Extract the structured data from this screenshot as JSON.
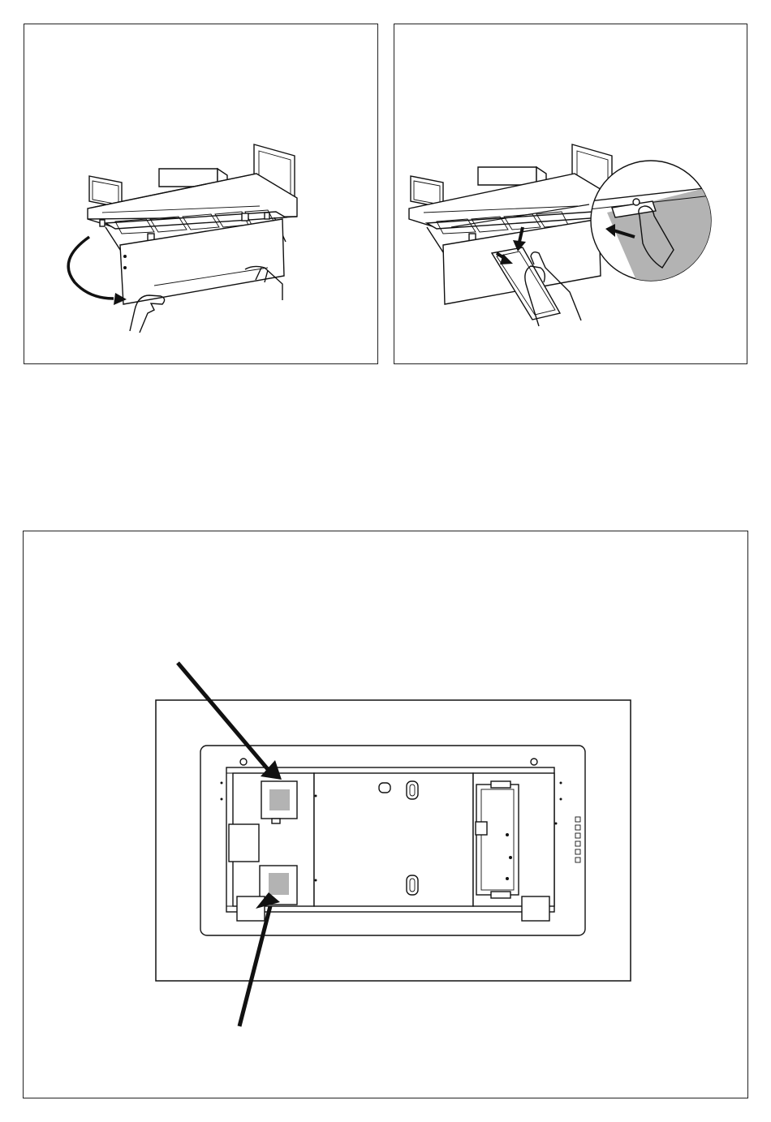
{
  "page": {
    "background": "#ffffff",
    "line_color": "#111111",
    "shade_color": "#b3b3b3"
  },
  "panels": [
    {
      "id": "a",
      "icons": [
        "hood-icon",
        "rotate-arrow-icon",
        "hands-icon"
      ]
    },
    {
      "id": "b",
      "icons": [
        "hood-icon",
        "filter-icon",
        "hand-icon",
        "magnifier-icon",
        "push-arrow-icon"
      ]
    },
    {
      "id": "c",
      "icons": [
        "hood-underside-icon",
        "pointer-arrow-icon"
      ]
    }
  ]
}
